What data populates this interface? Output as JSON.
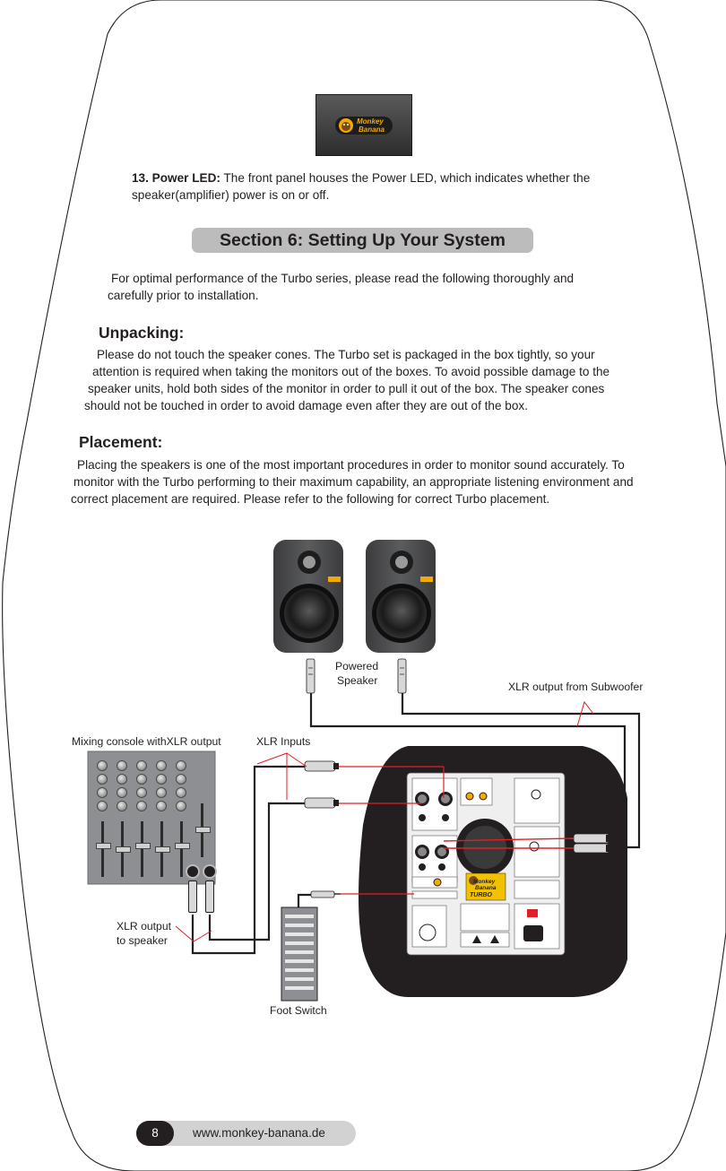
{
  "led_badge": {
    "logo_line1": "Monkey",
    "logo_line2": "Banana"
  },
  "item13": {
    "lead": "13.  Power LED:",
    "line1": " The front panel houses the Power LED, which indicates whether the",
    "line2": "speaker(amplifier) power is on or off."
  },
  "section_title": "Section 6: Setting Up Your System",
  "intro": [
    "For optimal performance of the Turbo series, please read the following thoroughly and",
    "carefully prior to installation."
  ],
  "unpacking": {
    "heading": "Unpacking:",
    "lines": [
      "Please do not touch the speaker cones. The Turbo set is packaged in the box tightly, so your",
      "attention is required when taking the monitors out of the boxes. To avoid possible damage to the",
      "speaker units, hold both sides of the monitor in order to pull it out of the box. The speaker cones",
      "should not be touched in order to avoid damage even after they are out of the box."
    ]
  },
  "placement": {
    "heading": "Placement:",
    "lines": [
      "Placing the speakers is one of the most important procedures in order to monitor sound accurately. To",
      "monitor with the Turbo performing to their maximum capability, an appropriate listening environment and",
      "correct placement are required. Please refer to the following for correct Turbo placement."
    ]
  },
  "diagram": {
    "powered_speaker_line1": "Powered",
    "powered_speaker_line2": "Speaker",
    "xlr_from_sub": "XLR output from Subwoofer",
    "mixing_console": "Mixing console  withXLR  output",
    "xlr_inputs": "XLR Inputs",
    "xlr_to_speaker_line1": "XLR  output",
    "xlr_to_speaker_line2": "to speaker",
    "foot_switch": "Foot Switch",
    "sub_logo_line1": "Monkey",
    "sub_logo_line2": "Banana",
    "sub_model": "TURBO"
  },
  "footer": {
    "page": "8",
    "url": "www.monkey-banana.de"
  }
}
